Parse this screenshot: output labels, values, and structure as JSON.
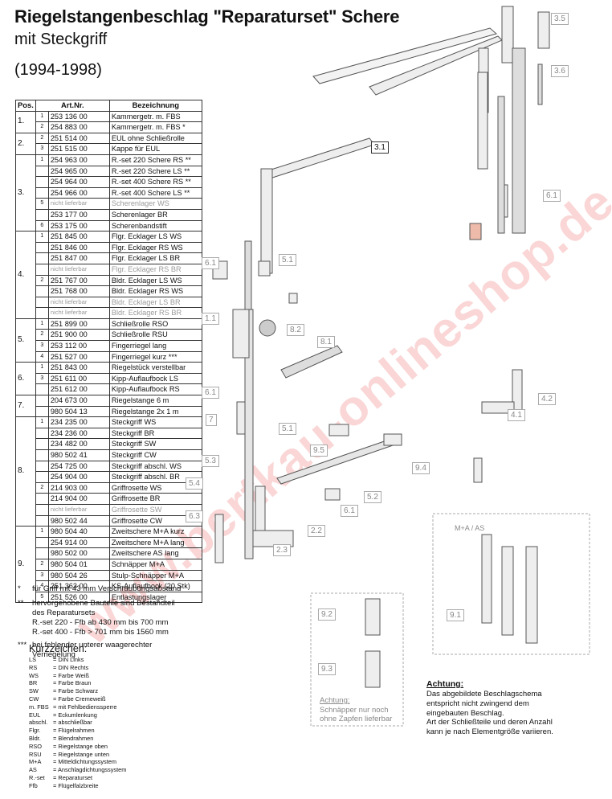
{
  "title": "Riegelstangenbeschlag \"Reparaturset\" Schere",
  "subtitle": "mit Steckgriff",
  "years": "(1994-1998)",
  "table": {
    "headers": [
      "Pos.",
      "Art.Nr.",
      "Bezeichnung"
    ],
    "groups": [
      {
        "pos": "1.",
        "rows": [
          {
            "sub": "1",
            "art": "253 136 00",
            "bez": "Kammergetr. m. FBS"
          },
          {
            "sub": "2",
            "art": "254 883 00",
            "bez": "Kammergetr. m. FBS *"
          }
        ]
      },
      {
        "pos": "2.",
        "rows": [
          {
            "sub": "2",
            "art": "251 514 00",
            "bez": "EUL ohne Schließrolle"
          },
          {
            "sub": "3",
            "art": "251 515 00",
            "bez": "Kappe für EUL"
          }
        ]
      },
      {
        "pos": "3.",
        "rows": [
          {
            "sub": "1",
            "art": "254 963 00",
            "bez": "R.-set 220 Schere RS **"
          },
          {
            "sub": "",
            "art": "254 965 00",
            "bez": "R.-set 220 Schere LS **"
          },
          {
            "sub": "",
            "art": "254 964 00",
            "bez": "R.-set 400 Schere RS **"
          },
          {
            "sub": "",
            "art": "254 966 00",
            "bez": "R.-set 400 Schere LS **"
          },
          {
            "sub": "5",
            "art": "nicht lieferbar",
            "bez": "Scherenlager WS",
            "na": true
          },
          {
            "sub": "",
            "art": "253 177 00",
            "bez": "Scherenlager BR"
          },
          {
            "sub": "6",
            "art": "253 175 00",
            "bez": "Scherenbandstift"
          }
        ]
      },
      {
        "pos": "4.",
        "rows": [
          {
            "sub": "1",
            "art": "251 845 00",
            "bez": "Flgr. Ecklager LS WS"
          },
          {
            "sub": "",
            "art": "251 846 00",
            "bez": "Flgr. Ecklager RS WS"
          },
          {
            "sub": "",
            "art": "251 847 00",
            "bez": "Flgr. Ecklager LS BR"
          },
          {
            "sub": "",
            "art": "nicht lieferbar",
            "bez": "Flgr. Ecklager RS BR",
            "na": true
          },
          {
            "sub": "2",
            "art": "251 767 00",
            "bez": "Bldr. Ecklager LS WS"
          },
          {
            "sub": "",
            "art": "251 768 00",
            "bez": "Bldr. Ecklager RS WS"
          },
          {
            "sub": "",
            "art": "nicht lieferbar",
            "bez": "Bldr. Ecklager LS BR",
            "na": true
          },
          {
            "sub": "",
            "art": "nicht lieferbar",
            "bez": "Bldr. Ecklager RS BR",
            "na": true
          }
        ]
      },
      {
        "pos": "5.",
        "rows": [
          {
            "sub": "1",
            "art": "251 899 00",
            "bez": "Schließrolle RSO"
          },
          {
            "sub": "2",
            "art": "251 900 00",
            "bez": "Schließrolle RSU"
          },
          {
            "sub": "3",
            "art": "253 112 00",
            "bez": "Fingerriegel lang"
          },
          {
            "sub": "4",
            "art": "251 527 00",
            "bez": "Fingerriegel kurz ***"
          }
        ]
      },
      {
        "pos": "6.",
        "rows": [
          {
            "sub": "1",
            "art": "251 843 00",
            "bez": "Riegelstück verstellbar"
          },
          {
            "sub": "3",
            "art": "251 611 00",
            "bez": "Kipp-Auflaufbock LS"
          },
          {
            "sub": "",
            "art": "251 612 00",
            "bez": "Kipp-Auflaufbock RS"
          }
        ]
      },
      {
        "pos": "7.",
        "rows": [
          {
            "sub": "",
            "art": "204 673 00",
            "bez": "Riegelstange 6 m"
          },
          {
            "sub": "",
            "art": "980 504 13",
            "bez": "Riegelstange 2x 1 m"
          }
        ]
      },
      {
        "pos": "8.",
        "rows": [
          {
            "sub": "1",
            "art": "234 235 00",
            "bez": "Steckgriff WS"
          },
          {
            "sub": "",
            "art": "234 236 00",
            "bez": "Steckgriff BR"
          },
          {
            "sub": "",
            "art": "234 482 00",
            "bez": "Steckgriff SW"
          },
          {
            "sub": "",
            "art": "980 502 41",
            "bez": "Steckgriff CW"
          },
          {
            "sub": "",
            "art": "254 725 00",
            "bez": "Steckgriff abschl. WS"
          },
          {
            "sub": "",
            "art": "254 904 00",
            "bez": "Steckgriff abschl. BR"
          },
          {
            "sub": "2",
            "art": "214 903 00",
            "bez": "Griffrosette WS"
          },
          {
            "sub": "",
            "art": "214 904 00",
            "bez": "Griffrosette BR"
          },
          {
            "sub": "",
            "art": "nicht lieferbar",
            "bez": "Griffrosette SW",
            "na": true
          },
          {
            "sub": "",
            "art": "980 502 44",
            "bez": "Griffrosette CW"
          }
        ]
      },
      {
        "pos": "9.",
        "rows": [
          {
            "sub": "1",
            "art": "980 504 40",
            "bez": "Zweitschere M+A kurz"
          },
          {
            "sub": "",
            "art": "254 914 00",
            "bez": "Zweitschere M+A lang"
          },
          {
            "sub": "",
            "art": "980 502 00",
            "bez": "Zweitschere AS lang"
          },
          {
            "sub": "2",
            "art": "980 504 01",
            "bez": "Schnäpper M+A"
          },
          {
            "sub": "3",
            "art": "980 504 26",
            "bez": "Stulp-Schnäpper M+A"
          },
          {
            "sub": "4",
            "art": "251 363 00",
            "bez": "KS-Auflaufbock (20 Stk)"
          },
          {
            "sub": "5",
            "art": "251 526 00",
            "bez": "Entlastungslager"
          }
        ]
      }
    ]
  },
  "notes": {
    "n1_mark": "*",
    "n1_text": "für Griff mit 43 mm Verschraubungsabstand",
    "n2_mark": "**",
    "n2_l1": "hervorgehobene Bauteile sind Bestandteil",
    "n2_l2": "des Reparatursets",
    "n2_l3": "R.-set 220 - Ffb ab 430 mm bis 700 mm",
    "n2_l4": "R.-set 400 - Ffb > 701 mm bis 1560 mm",
    "n3_mark": "***",
    "n3_l1": "bei fehlender unterer waagerechter",
    "n3_l2": "Verriegelung"
  },
  "kurzzeichen": {
    "heading": "Kurzzeichen:",
    "items": [
      {
        "k": "LS",
        "v": "= DIN Links"
      },
      {
        "k": "RS",
        "v": "= DIN Rechts"
      },
      {
        "k": "WS",
        "v": "= Farbe Weiß"
      },
      {
        "k": "BR",
        "v": "= Farbe Braun"
      },
      {
        "k": "SW",
        "v": "= Farbe Schwarz"
      },
      {
        "k": "CW",
        "v": "= Farbe Cremeweiß"
      },
      {
        "k": "m. FBS",
        "v": "= mit Fehlbedienssperre"
      },
      {
        "k": "EUL",
        "v": "= Eckumlenkung"
      },
      {
        "k": "abschl.",
        "v": "= abschließbar"
      },
      {
        "k": "Flgr.",
        "v": "= Flügelrahmen"
      },
      {
        "k": "Bldr.",
        "v": "= Blendrahmen"
      },
      {
        "k": "RSO",
        "v": "= Riegelstange oben"
      },
      {
        "k": "RSU",
        "v": "= Riegelstange unten"
      },
      {
        "k": "M+A",
        "v": "= Mitteldichtungssystem"
      },
      {
        "k": "AS",
        "v": "= Anschlagdichtungssystem"
      },
      {
        "k": "R.-set",
        "v": "= Reparaturset"
      },
      {
        "k": "Ffb",
        "v": "= Flügelfalzbreite"
      }
    ]
  },
  "diagram_labels": {
    "l35": "3.5",
    "l36": "3.6",
    "l31": "3.1",
    "l61a": "6.1",
    "l61b": "6.1",
    "l51a": "5.1",
    "l11": "1.1",
    "l82": "8.2",
    "l81": "8.1",
    "l61c": "6.1",
    "l7": "7",
    "l51b": "5.1",
    "l42": "4.2",
    "l41": "4.1",
    "l95": "9.5",
    "l94": "9.4",
    "l53": "5.3",
    "l54": "5.4",
    "l52": "5.2",
    "l61d": "6.1",
    "l63": "6.3",
    "l22": "2.2",
    "l23": "2.3",
    "l91": "9.1",
    "l92": "9.2",
    "l93": "9.3",
    "ma_as": "M+A  /  AS"
  },
  "schnaepper_note": {
    "l1": "Achtung:",
    "l2": "Schnäpper nur noch",
    "l3": "ohne Zapfen lieferbar"
  },
  "achtung": {
    "heading": "Achtung:",
    "l1": "Das abgebildete Beschlagschema",
    "l2": "entspricht nicht zwingend dem",
    "l3": "eingebauten Beschlag.",
    "l4": "Art der Schließteile und deren Anzahl",
    "l5": "kann je nach Elementgröße variieren."
  },
  "watermark": "www.bertkau-onlineshop.de"
}
